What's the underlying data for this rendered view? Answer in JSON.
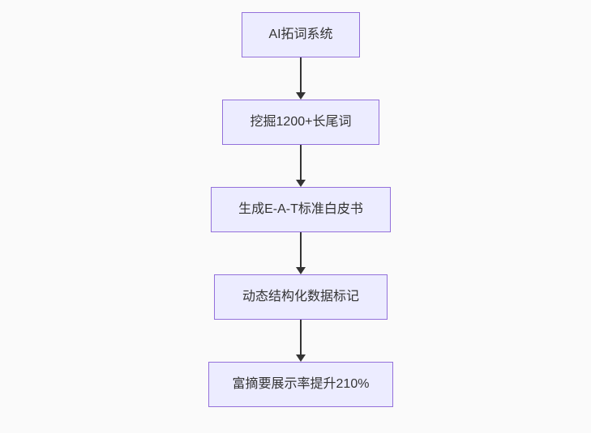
{
  "diagram": {
    "type": "flowchart-top-down",
    "nodes": [
      {
        "label": "AI拓词系统"
      },
      {
        "label": "挖掘1200+长尾词"
      },
      {
        "label": "生成E-A-T标准白皮书"
      },
      {
        "label": "动态结构化数据标记"
      },
      {
        "label": "富摘要展示率提升210%"
      }
    ],
    "edges": [
      {
        "from": 0,
        "to": 1
      },
      {
        "from": 1,
        "to": 2
      },
      {
        "from": 2,
        "to": 3
      },
      {
        "from": 3,
        "to": 4
      }
    ],
    "colors": {
      "node_fill": "#ECECFF",
      "node_border": "#9370DB",
      "node_text": "#333333",
      "arrow": "#333333",
      "background": "#fafafa"
    }
  }
}
